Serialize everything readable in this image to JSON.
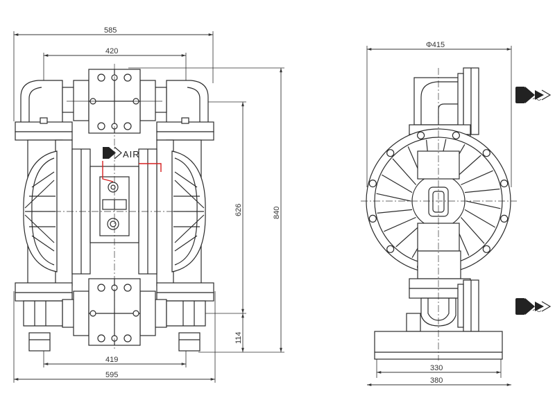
{
  "front_view": {
    "dims": {
      "overall_top_width": "585",
      "port_spacing_top": "420",
      "inlet_height": "626",
      "overall_height": "840",
      "outlet_height": "114",
      "foot_spacing": "419",
      "overall_bottom_width": "595"
    },
    "air_label": "AIR"
  },
  "side_view": {
    "dims": {
      "diaphragm_diameter": "Φ415",
      "base_inner_width": "330",
      "base_outer_width": "380"
    }
  },
  "icons": [
    "air-inlet-icon",
    "discharge-flow-icon",
    "suction-flow-icon"
  ]
}
